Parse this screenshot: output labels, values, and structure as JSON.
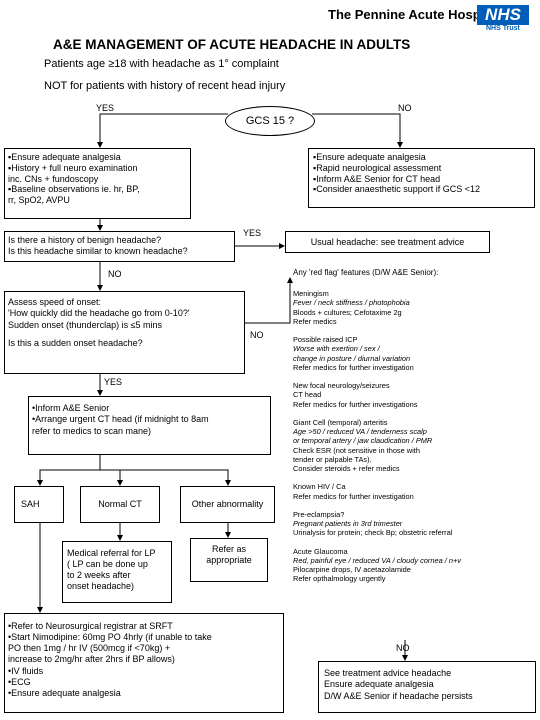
{
  "header": {
    "trust_name": "The Pennine Acute Hospitals",
    "logo_text": "NHS",
    "logo_sub": "NHS Trust",
    "title": "A&E MANAGEMENT OF ACUTE HEADACHE IN ADULTS",
    "scope": "Patients age ≥18 with headache as 1° complaint",
    "exclusion": "NOT for patients with history of recent head injury"
  },
  "colors": {
    "logo_blue": "#005eb8"
  },
  "gcs": {
    "question": "GCS 15 ?",
    "yes": "YES",
    "no": "NO"
  },
  "gcs_yes_box": "▪Ensure adequate analgesia\n▪History + full neuro examination\n inc. CNs + fundoscopy\n▪Baseline observations ie. hr, BP,\nrr, SpO2, AVPU",
  "gcs_no_box": "▪Ensure adequate analgesia\n▪Rapid neurological assessment\n▪Inform A&E Senior for CT head\n▪Consider anaesthetic support if GCS <12",
  "benign_question": "Is there a history of benign headache?\nIs this headache similar to known headache?",
  "benign_yes": "YES",
  "usual_headache": "Usual headache: see treatment advice",
  "benign_no": "NO",
  "speed_box": {
    "q1": "Assess speed of onset:\n'How quickly did the headache go from 0-10?'\nSudden onset (thunderclap) is ≤5 mins",
    "q2": "Is this a sudden onset headache?"
  },
  "sudden_yes": "YES",
  "sudden_no": "NO",
  "ct_box": "•Inform A&E Senior\n•Arrange urgent CT head (if midnight to 8am\nrefer to medics to scan mane)",
  "sah": "SAH",
  "normal_ct": "Normal CT",
  "other_abnormality": "Other abnormality",
  "medical_referral": "Medical referral for LP\n( LP can be done up\nto 2 weeks after\nonset headache)",
  "refer_appropriate": "Refer as\nappropriate",
  "sah_management": "•Refer to Neurosurgical registrar at SRFT\n•Start Nimodipine: 60mg PO 4hrly (if unable to take\n PO then 1mg / hr IV  (500mcg if <70kg) +\nincrease to 2mg/hr after 2hrs if BP allows)\n•IV fluids\n•ECG\n•Ensure adequate analgesia",
  "red_flags": {
    "heading": "Any 'red flag' features (D/W A&E Senior):",
    "items": [
      {
        "title": "Meningism",
        "detail": "Fever / neck stiffness / photophobia",
        "action": "Bloods + cultures; Cefotaxime 2g\nRefer medics"
      },
      {
        "title": "Possible raised ICP",
        "detail": "Worse with exertion / sex /\nchange in posture / diurnal variation",
        "action": "Refer medics for further investigation"
      },
      {
        "title": "New focal neurology/seizures",
        "detail": "",
        "action": "CT head\nRefer medics for further investigations"
      },
      {
        "title": "Giant Cell (temporal) arteritis",
        "detail": "Age >50 / reduced VA / tenderness scalp\nor temporal artery / jaw claudication / PMR",
        "action": "Check ESR (not sensitive in those with\ntender or palpable TAs).\nConsider steroids + refer medics"
      },
      {
        "title": "Known HIV / Ca",
        "detail": "",
        "action": "Refer medics for further investigation"
      },
      {
        "title": "Pre-eclampsia?",
        "detail": "Pregnant patients in 3rd trimester",
        "action": "Urinalysis for protein; check Bp; obstetric referral"
      },
      {
        "title": "Acute Glaucoma",
        "detail": "Red, painful eye / reduced VA / cloudy cornea / n+v",
        "action": "Pilocarpine drops, IV acetazolamide\nRefer opthalmology urgently"
      }
    ]
  },
  "flags_no": "NO",
  "treatment_advice": "See treatment advice headache\nEnsure adequate analgesia\nD/W A&E Senior if headache persists"
}
